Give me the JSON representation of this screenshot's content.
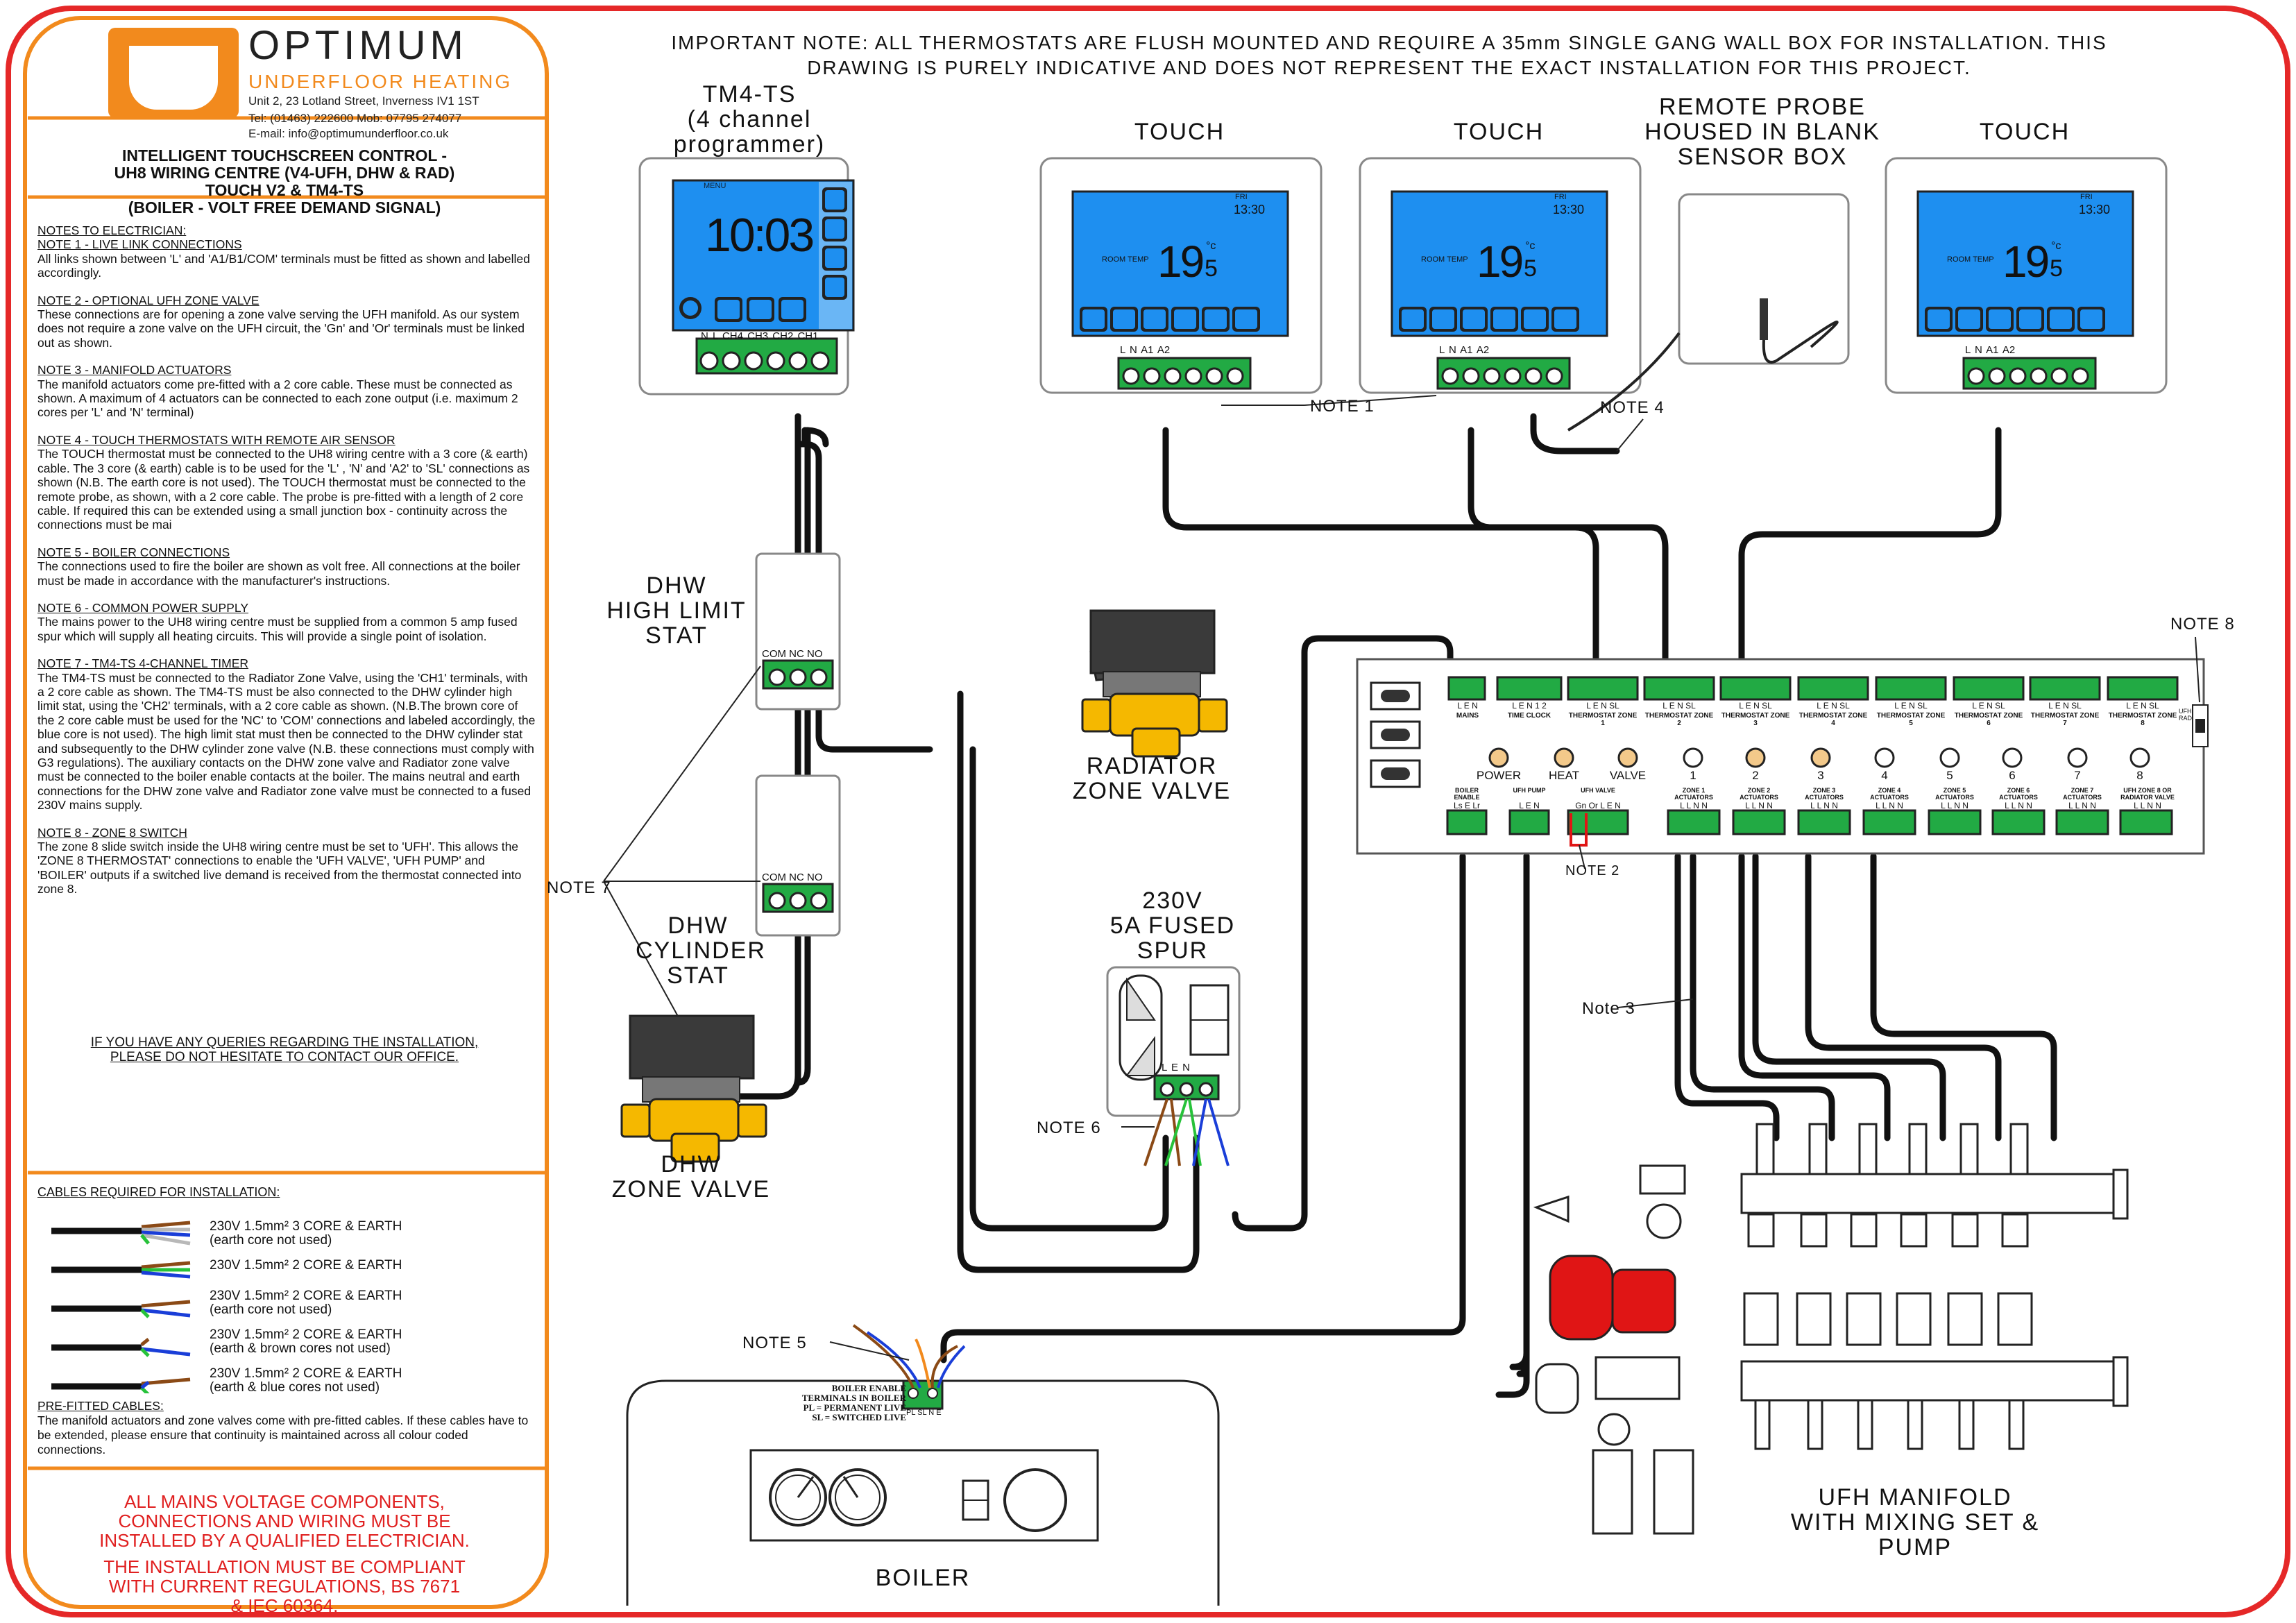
{
  "colors": {
    "border_red": "#e52828",
    "panel_orange": "#f28a1d",
    "screen_blue": "#1e8ff0",
    "terminal_green": "#22aa44",
    "pump_red": "#e01515",
    "valve_yellow": "#f5b800",
    "wire_brown": "#8b4a16",
    "wire_blue": "#1a3ed8",
    "wire_green": "#27c23a",
    "wire_grey": "#b8b8b8"
  },
  "header": {
    "brand": "OPTIMUM",
    "brand_sub": "UNDERFLOOR HEATING",
    "address": "Unit 2, 23 Lotland Street, Inverness IV1 1ST",
    "phone": "Tel: (01463) 222600  Mob: 07795 274077",
    "email": "E-mail: info@optimumunderfloor.co.uk"
  },
  "title": [
    "INTELLIGENT TOUCHSCREEN CONTROL -",
    "UH8 WIRING CENTRE (V4-UFH, DHW & RAD)",
    "TOUCH V2 & TM4-TS",
    "(BOILER - VOLT FREE DEMAND SIGNAL)"
  ],
  "notes_heading": "NOTES TO ELECTRICIAN:",
  "notes": [
    {
      "h": "NOTE 1 - LIVE LINK CONNECTIONS",
      "t": "All links shown between 'L' and 'A1/B1/COM' terminals must be fitted as shown and labelled accordingly."
    },
    {
      "h": "NOTE 2 - OPTIONAL UFH ZONE VALVE",
      "t": "These connections are for opening a zone valve serving the UFH manifold. As our system does not require a zone valve on the UFH circuit, the 'Gn' and 'Or' terminals must be linked out as shown."
    },
    {
      "h": "NOTE 3 - MANIFOLD ACTUATORS",
      "t": "The manifold actuators come pre-fitted with a 2 core cable. These must be connected as shown. A maximum of 4 actuators can be connected to each zone output (i.e. maximum 2 cores per 'L' and 'N' terminal)"
    },
    {
      "h": "NOTE 4 - TOUCH THERMOSTATS WITH REMOTE AIR SENSOR",
      "t": "The TOUCH thermostat must be connected to the UH8 wiring centre with a 3 core (& earth) cable. The 3 core (& earth) cable is to be used for the 'L' , 'N' and 'A2' to 'SL' connections as shown (N.B. The earth core is not used). The TOUCH thermostat must be connected to the remote probe, as shown, with a 2 core cable. The probe is pre-fitted with a length of 2 core cable. If required this can be extended using a small junction box - continuity across the connections must be mai"
    },
    {
      "h": "NOTE 5 - BOILER CONNECTIONS",
      "t": "The connections used to fire the boiler are shown as volt free. All connections at the boiler must be made in accordance with the manufacturer's instructions."
    },
    {
      "h": "NOTE 6 - COMMON POWER SUPPLY",
      "t": "The mains power to the UH8 wiring centre must be supplied from a common 5 amp fused spur which will supply all heating circuits. This will provide a single point of isolation."
    },
    {
      "h": "NOTE 7 - TM4-TS 4-CHANNEL TIMER",
      "t": "The TM4-TS must be connected to the Radiator Zone Valve, using the 'CH1' terminals, with a 2 core cable as shown. The TM4-TS must be also connected to the DHW cylinder high limit stat, using the 'CH2' terminals, with a 2 core cable as shown. (N.B.The brown core of the 2 core cable must be used for the 'NC' to 'COM' connections and labeled accordingly, the blue core is not used). The high limit stat must then be connected to the DHW cylinder stat and subsequently to the DHW cylinder zone valve (N.B. these connections must comply with G3 regulations). The auxiliary contacts on the DHW zone valve and Radiator zone valve must be connected to the boiler enable contacts at the boiler. The mains neutral and earth connections for the DHW zone valve and Radiator zone valve must be connected to a fused 230V mains supply."
    },
    {
      "h": "NOTE 8 - ZONE 8 SWITCH",
      "t": "The zone 8 slide switch inside the UH8 wiring centre must be set to 'UFH'. This allows the 'ZONE 8 THERMOSTAT' connections to enable the 'UFH VALVE', 'UFH PUMP' and 'BOILER' outputs if a switched live demand is received from the thermostat connected into zone 8."
    }
  ],
  "query": [
    "IF YOU HAVE ANY QUERIES REGARDING THE INSTALLATION,",
    "PLEASE DO NOT HESITATE TO CONTACT OUR OFFICE."
  ],
  "cables_heading": "CABLES REQUIRED FOR INSTALLATION:",
  "cables": [
    {
      "l1": "230V 1.5mm² 3 CORE & EARTH",
      "l2": "(earth core not used)"
    },
    {
      "l1": "230V 1.5mm² 2 CORE & EARTH",
      "l2": ""
    },
    {
      "l1": "230V 1.5mm² 2 CORE & EARTH",
      "l2": "(earth core not used)"
    },
    {
      "l1": "230V 1.5mm² 2 CORE & EARTH",
      "l2": "(earth & brown cores not used)"
    },
    {
      "l1": "230V 1.5mm² 2 CORE & EARTH",
      "l2": "(earth & blue cores not used)"
    }
  ],
  "prefit_heading": "PRE-FITTED CABLES:",
  "prefit_text": "The manifold actuators and zone valves come with pre-fitted cables. If these cables have to be extended, please ensure that continuity is maintained across all colour coded connections.",
  "warning": [
    "ALL MAINS VOLTAGE COMPONENTS,",
    "CONNECTIONS AND WIRING MUST BE",
    "INSTALLED BY A QUALIFIED ELECTRICIAN.",
    "THE INSTALLATION MUST BE COMPLIANT",
    "WITH CURRENT REGULATIONS, BS 7671",
    "& IEC 60364."
  ],
  "important": [
    "IMPORTANT NOTE: ALL THERMOSTATS ARE FLUSH MOUNTED AND REQUIRE A 35mm SINGLE GANG WALL BOX FOR INSTALLATION. THIS",
    "DRAWING IS PURELY INDICATIVE AND DOES NOT REPRESENT THE EXACT INSTALLATION FOR THIS PROJECT."
  ],
  "tm4": {
    "label": [
      "TM4-TS",
      "(4 channel",
      "programmer)"
    ],
    "time": "10:03",
    "menu": "MENU",
    "terminals": "N  L  CH4 CH3 CH2 CH1"
  },
  "touch": {
    "label": "TOUCH",
    "temp": "19",
    "temp_dec": "5",
    "unit": "°c",
    "clock": "13:30",
    "day": "FRI",
    "room": "ROOM TEMP",
    "terminals": "L  N  A1  A2"
  },
  "probe_label": [
    "REMOTE PROBE",
    "HOUSED IN BLANK",
    "SENSOR BOX"
  ],
  "note_labels": {
    "n1": "NOTE 1",
    "n2": "NOTE 2",
    "n3": "Note 3",
    "n4": "NOTE 4",
    "n5": "NOTE 5",
    "n6": "NOTE 6",
    "n7": "NOTE 7",
    "n8": "NOTE 8"
  },
  "stat_hl": [
    "DHW",
    "HIGH LIMIT",
    "STAT"
  ],
  "stat_cyl": [
    "DHW",
    "CYLINDER",
    "STAT"
  ],
  "stat_terms": "COM NC NO",
  "rad_valve": [
    "RADIATOR",
    "ZONE VALVE"
  ],
  "dhw_valve": [
    "DHW",
    "ZONE VALVE"
  ],
  "spur": {
    "label": [
      "230V",
      "5A FUSED",
      "SPUR"
    ],
    "terms": "L E N"
  },
  "boiler": {
    "label": "BOILER",
    "enable": [
      "BOILER ENABLE",
      "TERMINALS IN BOILER",
      "PL = PERMANENT LIVE",
      "SL = SWITCHED LIVE"
    ],
    "terms": "PL SL N E"
  },
  "manifold": [
    "UFH MANIFOLD",
    "WITH MIXING SET &",
    "PUMP"
  ],
  "uh8": {
    "top": [
      "MAINS",
      "TIME CLOCK",
      "THERMOSTAT ZONE 1",
      "THERMOSTAT ZONE 2",
      "THERMOSTAT ZONE 3",
      "THERMOSTAT ZONE 4",
      "THERMOSTAT ZONE 5",
      "THERMOSTAT ZONE 6",
      "THERMOSTAT ZONE 7",
      "THERMOSTAT ZONE 8"
    ],
    "top_terms": [
      "L E N",
      "L E N 1 2",
      "L E N SL",
      "L E N SL",
      "L E N SL",
      "L E N SL",
      "L E N SL",
      "L E N SL",
      "L E N SL",
      "L E N SL"
    ],
    "leds": [
      "POWER",
      "HEAT",
      "VALVE",
      "1",
      "2",
      "3",
      "4",
      "5",
      "6",
      "7",
      "8"
    ],
    "bottom": [
      "BOILER ENABLE",
      "UFH PUMP",
      "UFH VALVE",
      "ZONE 1 ACTUATORS",
      "ZONE 2 ACTUATORS",
      "ZONE 3 ACTUATORS",
      "ZONE 4 ACTUATORS",
      "ZONE 5 ACTUATORS",
      "ZONE 6 ACTUATORS",
      "ZONE 7 ACTUATORS",
      "UFH ZONE 8 OR RADIATOR VALVE"
    ],
    "bottom_terms": [
      "Ls E Lr",
      "L E N",
      "Gn Or L E N",
      "L L N N",
      "L L N N",
      "L L N N",
      "L L N N",
      "L L N N",
      "L L N N",
      "L L N N",
      "L L N N"
    ],
    "switch": "UFH RAD"
  }
}
